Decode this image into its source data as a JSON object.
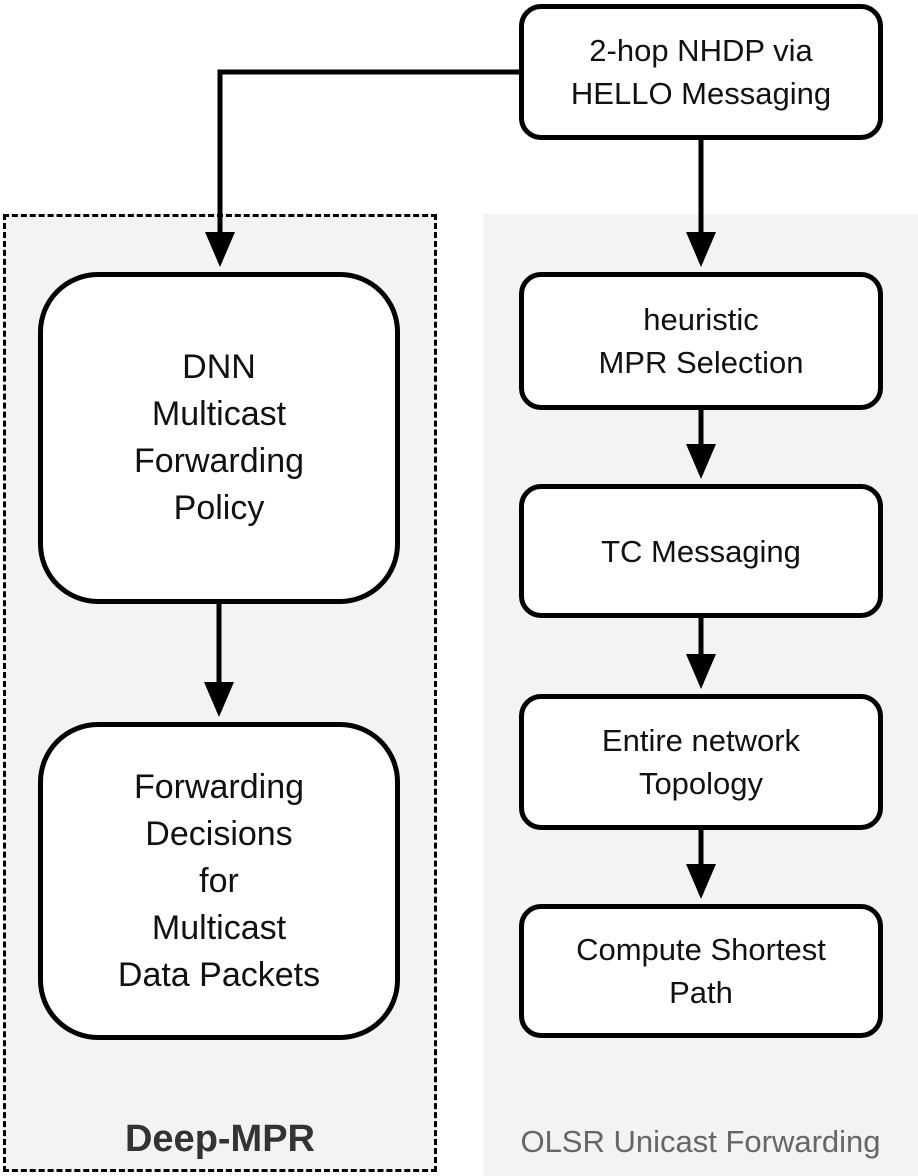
{
  "panels": {
    "deep_mpr": {
      "label": "Deep-MPR"
    },
    "olsr": {
      "label": "OLSR Unicast Forwarding"
    }
  },
  "nodes": {
    "hello": "2-hop NHDP via\nHELLO Messaging",
    "mpr": "heuristic\nMPR Selection",
    "tc": "TC Messaging",
    "topology": "Entire network\nTopology",
    "shortest_path": "Compute Shortest\nPath",
    "dnn": "DNN\nMulticast\nForwarding\nPolicy",
    "forwarding": "Forwarding\nDecisions\nfor\nMulticast\nData Packets"
  },
  "colors": {
    "panel_fill": "#f3f3f3",
    "box_fill": "#ffffff",
    "stroke": "#000000",
    "deep_label": "#333333",
    "olsr_label": "#666666"
  }
}
